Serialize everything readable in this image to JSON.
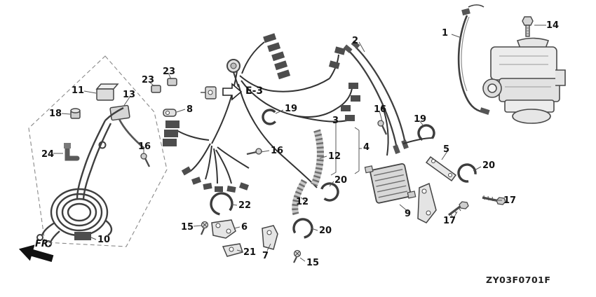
{
  "diagram": {
    "code": "ZY03F0701F",
    "reference_label": "E-3",
    "direction_label": "FR.",
    "line_color": "#3a3a3a",
    "part_fill": "#e9e9e9",
    "background": "#ffffff"
  },
  "callouts": [
    "1",
    "14",
    "2",
    "23",
    "23",
    "11",
    "13",
    "18",
    "8",
    "19",
    "16",
    "19",
    "3",
    "4",
    "5",
    "24",
    "16",
    "16",
    "12",
    "20",
    "20",
    "12",
    "17",
    "9",
    "17",
    "22",
    "15",
    "6",
    "20",
    "10",
    "21",
    "7",
    "15"
  ]
}
